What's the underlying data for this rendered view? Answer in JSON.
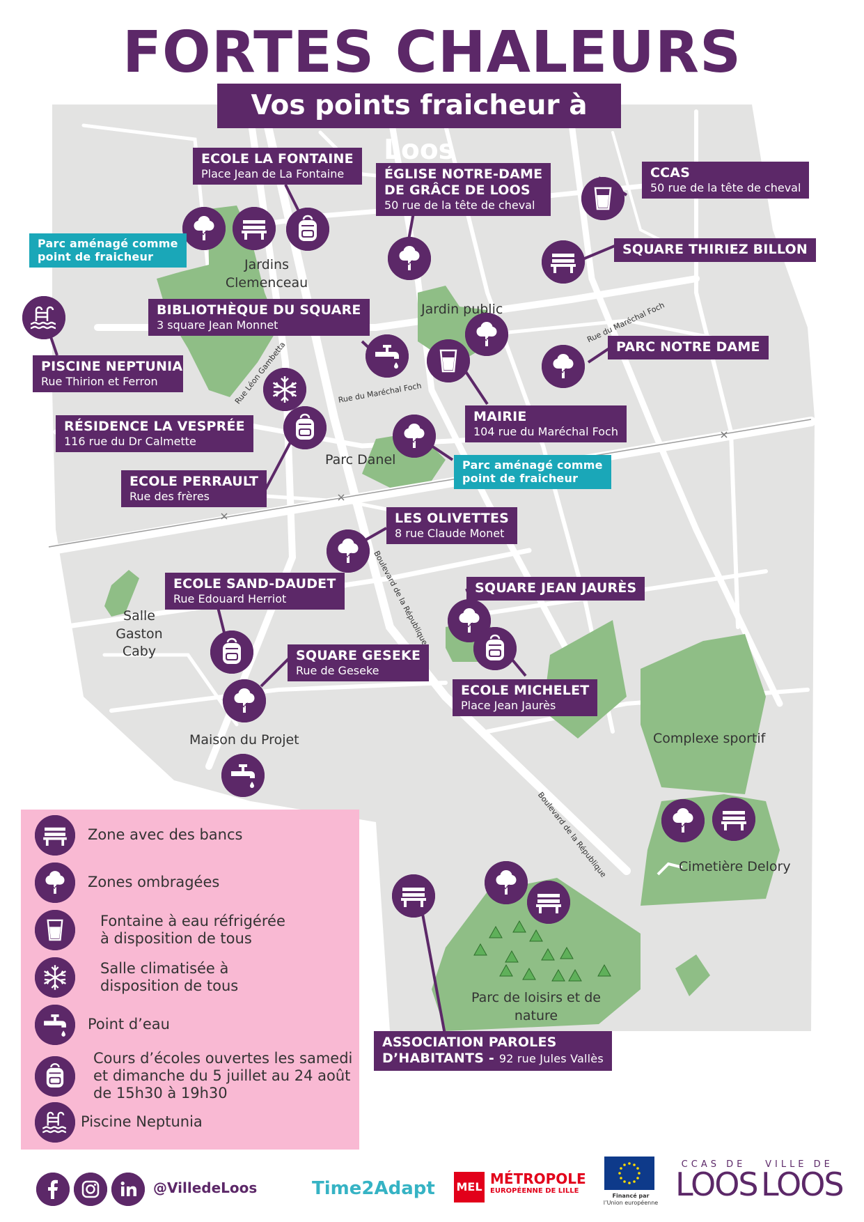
{
  "header": {
    "title": "FORTES CHALEURS",
    "subtitle": "Vos points fraicheur à Loos"
  },
  "colors": {
    "accent": "#5c2868",
    "teal": "#1aa7b8",
    "park": "#8fbe86",
    "legend_bg": "#f9b9d3",
    "map_bg": "#e3e3e2",
    "road": "#ffffff"
  },
  "labels": [
    {
      "id": "ecole-la-fontaine",
      "name": "ECOLE LA FONTAINE",
      "address": "Place Jean de La Fontaine"
    },
    {
      "id": "eglise-notre-dame",
      "name": "ÉGLISE NOTRE-DAME DE GRÂCE DE LOOS",
      "name_line1": "ÉGLISE NOTRE-DAME",
      "name_line2": "DE GRÂCE DE LOOS",
      "address": "50 rue de la tête de cheval"
    },
    {
      "id": "ccas",
      "name": "CCAS",
      "address": "50 rue de la tête de cheval"
    },
    {
      "id": "square-thiriez-billon",
      "name": "SQUARE THIRIEZ BILLON"
    },
    {
      "id": "bibliotheque-du-square",
      "name": "BIBLIOTHÈQUE DU SQUARE",
      "address": "3 square Jean Monnet"
    },
    {
      "id": "piscine-neptunia",
      "name": "PISCINE NEPTUNIA",
      "address": "Rue Thirion et Ferron"
    },
    {
      "id": "parc-notre-dame",
      "name": "PARC NOTRE DAME"
    },
    {
      "id": "residence-la-vespree",
      "name": "RÉSIDENCE LA VESPRÉE",
      "address": "116 rue du Dr Calmette"
    },
    {
      "id": "mairie",
      "name": "MAIRIE",
      "address": "104 rue du Maréchal Foch"
    },
    {
      "id": "ecole-perrault",
      "name": "ECOLE PERRAULT",
      "address": "Rue des frères"
    },
    {
      "id": "les-olivettes",
      "name": "LES OLIVETTES",
      "address": "8 rue Claude Monet"
    },
    {
      "id": "ecole-sand-daudet",
      "name": "ECOLE SAND-DAUDET",
      "address": "Rue Edouard Herriot"
    },
    {
      "id": "square-jean-jaures",
      "name": "SQUARE JEAN JAURÈS"
    },
    {
      "id": "square-geseke",
      "name": "SQUARE GESEKE",
      "address": "Rue de Geseke"
    },
    {
      "id": "ecole-michelet",
      "name": "ECOLE MICHELET",
      "address": "Place Jean Jaurès"
    },
    {
      "id": "association-paroles",
      "name_line1": "ASSOCIATION PAROLES",
      "name_line2": "D’HABITANTS - ",
      "address": "92 rue Jules Vallès"
    }
  ],
  "teal_labels": [
    {
      "line1": "Parc aménagé comme",
      "line2": "point de fraicheur"
    },
    {
      "line1": "Parc aménagé comme",
      "line2": "point de fraicheur"
    }
  ],
  "places": {
    "jardins_clemenceau": "Jardins Clemenceau",
    "jardins_l1": "Jardins",
    "jardins_l2": "Clemenceau",
    "jardin_public": "Jardin public",
    "parc_danel": "Parc Danel",
    "salle_l1": "Salle",
    "salle_l2": "Gaston Caby",
    "maison_du_projet": "Maison du Projet",
    "complexe_sportif": "Complexe sportif",
    "cimetiere_delory": "Cimetière Delory",
    "parc_loisirs_l1": "Parc de loisirs et de",
    "parc_loisirs_l2": "nature"
  },
  "streets": {
    "leon_gambetta": "Rue Léon Gambetta",
    "marechal_foch_1": "Rue du Maréchal Foch",
    "marechal_foch_2": "Rue du Maréchal Foch",
    "boulevard_1": "Boulevard de la République",
    "boulevard_2": "Boulevard de la République"
  },
  "legend": [
    {
      "icon": "bench-icon",
      "text": "Zone avec des bancs"
    },
    {
      "icon": "tree-icon",
      "text": "Zones ombragées"
    },
    {
      "icon": "glass-icon",
      "line1": "Fontaine à eau réfrigérée",
      "line2": "à disposition de tous"
    },
    {
      "icon": "snowflake-icon",
      "line1": "Salle climatisée à",
      "line2": "disposition de tous"
    },
    {
      "icon": "tap-icon",
      "text": "Point d’eau"
    },
    {
      "icon": "backpack-icon",
      "line1": "Cours d’écoles ouvertes les samedi",
      "line2": "et dimanche du 5 juillet au 24 août",
      "line3": "de 15h30 à 19h30"
    },
    {
      "icon": "pool-icon",
      "text": "Piscine Neptunia"
    }
  ],
  "footer": {
    "social_icons": [
      "facebook-icon",
      "instagram-icon",
      "linkedin-icon"
    ],
    "handle": "@VilledeLoos",
    "time2adapt": "Time2Adapt",
    "mel_badge": "MEL",
    "mel_title": "MÉTROPOLE",
    "mel_subtitle": "EUROPÉENNE DE LILLE",
    "eu_text_l1": "Financé par",
    "eu_text_l2": "l’Union européenne",
    "ccas_small": "CCAS DE",
    "ccas_big": "LOOS",
    "ville_small": "VILLE DE",
    "ville_big": "LOOS"
  }
}
